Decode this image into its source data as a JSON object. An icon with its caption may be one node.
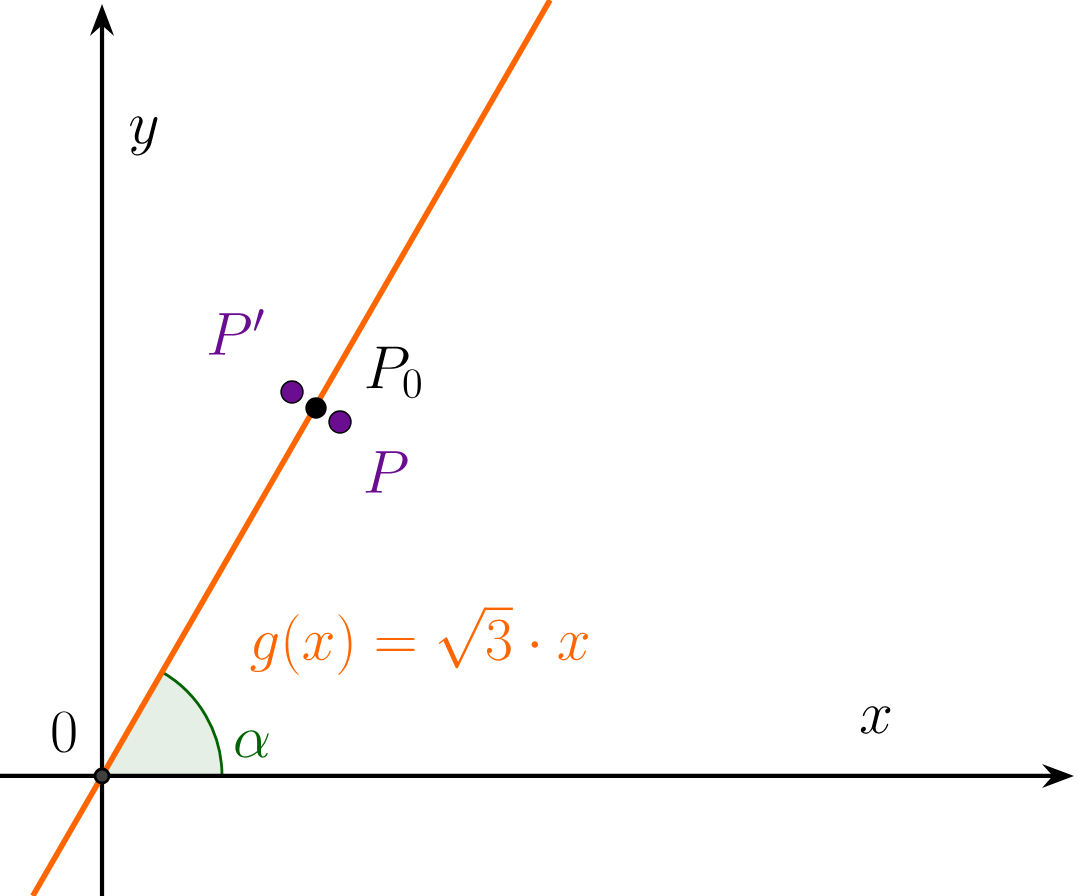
{
  "diagram": {
    "labels": [
      "y",
      "x",
      "0",
      "P'",
      "P_0",
      "P",
      "g(x) = \\sqrt{3} \\cdot x",
      "\\alpha"
    ]
  }
}
